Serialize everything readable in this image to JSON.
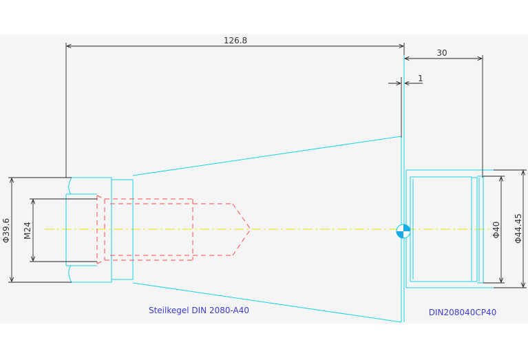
{
  "dimensions": {
    "overall_length": "126.8",
    "flange_length": "30",
    "gap": "1",
    "diameter_left": "Φ39.6",
    "thread": "M24",
    "diameter_40": "Φ40",
    "diameter_4445": "Φ44.45"
  },
  "labels": {
    "left_part": "Steilkegel DIN 2080-A40",
    "right_part": "DIN208040CP40"
  },
  "colors": {
    "outline": "#19d3e6",
    "hidden": "#ff4b4b",
    "centerline": "#f0e800",
    "dimension": "#222222",
    "label": "#3b3bd6"
  }
}
